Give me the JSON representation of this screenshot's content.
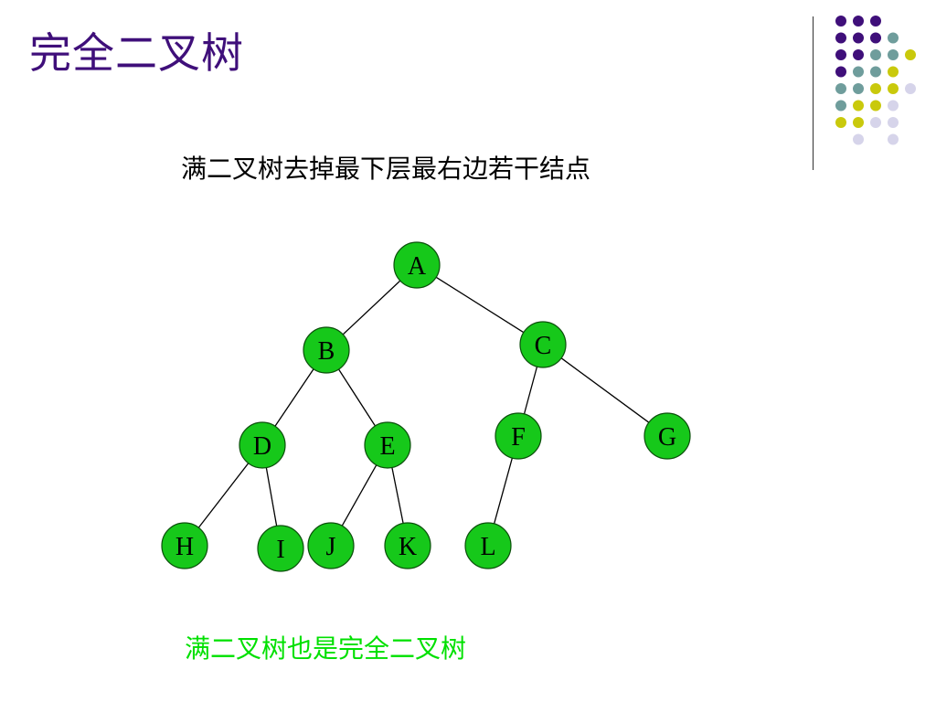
{
  "slide": {
    "title": "完全二叉树",
    "subtitle": "满二叉树去掉最下层最右边若干结点",
    "footer_note": "满二叉树也是完全二叉树"
  },
  "colors": {
    "title": "#3f0f7a",
    "node_fill": "#16c81a",
    "node_stroke": "#0b4f0b",
    "edge": "#000000",
    "footer_note": "#00e000",
    "decor_purple": "#3f0f7a",
    "decor_teal": "#6f9d9c",
    "decor_yellow": "#c9c90c",
    "decor_lavender": "#d6d4ea"
  },
  "tree": {
    "nodes": [
      {
        "id": "A",
        "label": "A"
      },
      {
        "id": "B",
        "label": "B"
      },
      {
        "id": "C",
        "label": "C"
      },
      {
        "id": "D",
        "label": "D"
      },
      {
        "id": "E",
        "label": "E"
      },
      {
        "id": "F",
        "label": "F"
      },
      {
        "id": "G",
        "label": "G"
      },
      {
        "id": "H",
        "label": "H"
      },
      {
        "id": "I",
        "label": "I"
      },
      {
        "id": "J",
        "label": "J"
      },
      {
        "id": "K",
        "label": "K"
      },
      {
        "id": "L",
        "label": "L"
      }
    ],
    "edges": [
      {
        "from": "A",
        "to": "B"
      },
      {
        "from": "A",
        "to": "C"
      },
      {
        "from": "B",
        "to": "D"
      },
      {
        "from": "B",
        "to": "E"
      },
      {
        "from": "C",
        "to": "F"
      },
      {
        "from": "C",
        "to": "G"
      },
      {
        "from": "D",
        "to": "H"
      },
      {
        "from": "D",
        "to": "I"
      },
      {
        "from": "E",
        "to": "J"
      },
      {
        "from": "E",
        "to": "K"
      },
      {
        "from": "F",
        "to": "L"
      }
    ]
  },
  "decoration": {
    "dot_pattern": [
      [
        "P",
        "P",
        "P",
        "",
        ""
      ],
      [
        "P",
        "P",
        "P",
        "T",
        ""
      ],
      [
        "P",
        "P",
        "T",
        "T",
        "Y"
      ],
      [
        "P",
        "T",
        "T",
        "Y",
        ""
      ],
      [
        "T",
        "T",
        "Y",
        "Y",
        "L"
      ],
      [
        "T",
        "Y",
        "Y",
        "L",
        ""
      ],
      [
        "Y",
        "Y",
        "L",
        "L",
        ""
      ],
      [
        "",
        "L",
        "",
        "L",
        ""
      ]
    ]
  }
}
